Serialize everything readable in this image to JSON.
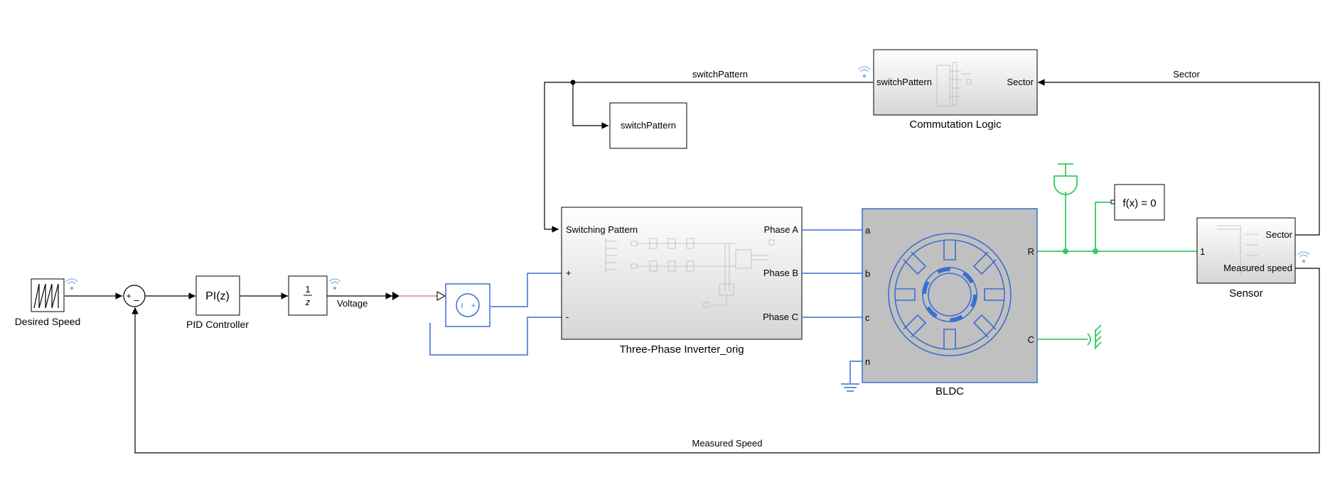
{
  "colors": {
    "signal": "#000000",
    "electrical": "#3a6fd0",
    "mechanical": "#33cc66",
    "bldc_fill": "#c0c0c0",
    "signal_logging": "#8fb3e0",
    "highlight_wire": "#e06666"
  },
  "blocks": {
    "desired_speed": {
      "label": "Desired Speed"
    },
    "sum": {
      "plus": "+",
      "minus": "−"
    },
    "pid": {
      "text": "PI(z)",
      "label": "PID Controller"
    },
    "unit_delay": {
      "num": "1",
      "den": "z"
    },
    "switch_goto": {
      "text": "switchPattern"
    },
    "commutation": {
      "in_port": "switchPattern",
      "out_port": "Sector",
      "label": "Commutation Logic"
    },
    "inverter": {
      "label": "Three-Phase Inverter_orig",
      "in_switching": "Switching Pattern",
      "in_plus": "+",
      "in_minus": "-",
      "out_a": "Phase A",
      "out_b": "Phase B",
      "out_c": "Phase C"
    },
    "bldc": {
      "label": "BLDC",
      "port_a": "a",
      "port_b": "b",
      "port_c": "c",
      "port_n": "n",
      "port_r": "R",
      "port_c_mech": "C"
    },
    "solver": {
      "text": "f(x) = 0"
    },
    "sensor": {
      "label": "Sensor",
      "in_port": "1",
      "out_sector": "Sector",
      "out_speed": "Measured speed"
    }
  },
  "signals": {
    "voltage": "Voltage",
    "switch_pattern": "switchPattern",
    "sector": "Sector",
    "measured_speed": "Measured Speed"
  },
  "icons": {
    "logging": "signal-logging-icon",
    "voltage_source": "controlled-voltage-source-icon",
    "motor": "bldc-motor-icon",
    "ground": "electrical-ground-icon",
    "inertia": "inertia-icon",
    "mech_ref": "mechanical-reference-icon"
  }
}
